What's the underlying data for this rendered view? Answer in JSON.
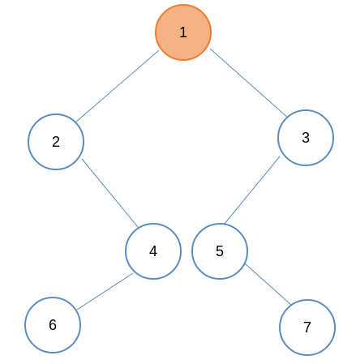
{
  "diagram": {
    "type": "binary-tree",
    "colors": {
      "highlight_fill": "#f4b183",
      "highlight_stroke": "#ed7d31",
      "node_fill": "#ffffff",
      "node_stroke": "#5b8cc0",
      "edge": "#5b8cc0"
    },
    "nodes": [
      {
        "id": "1",
        "label": "1",
        "highlighted": true
      },
      {
        "id": "2",
        "label": "2",
        "highlighted": false
      },
      {
        "id": "3",
        "label": "3",
        "highlighted": false
      },
      {
        "id": "4",
        "label": "4",
        "highlighted": false
      },
      {
        "id": "5",
        "label": "5",
        "highlighted": false
      },
      {
        "id": "6",
        "label": "6",
        "highlighted": false
      },
      {
        "id": "7",
        "label": "7",
        "highlighted": false
      }
    ],
    "edges": [
      {
        "from": "1",
        "to": "2"
      },
      {
        "from": "1",
        "to": "3"
      },
      {
        "from": "2",
        "to": "4"
      },
      {
        "from": "3",
        "to": "5"
      },
      {
        "from": "4",
        "to": "6"
      },
      {
        "from": "5",
        "to": "7"
      }
    ]
  }
}
